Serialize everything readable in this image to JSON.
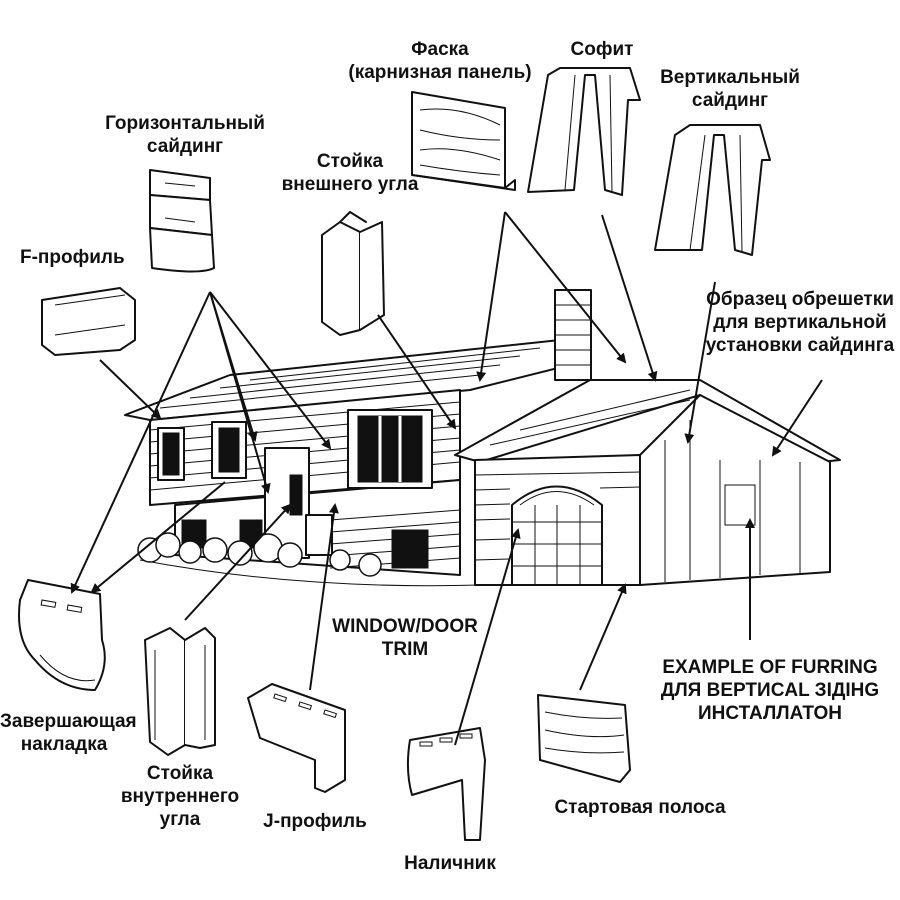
{
  "labels": {
    "faska": [
      "Фаска",
      "(карнизная панель)"
    ],
    "sofit": [
      "Софит"
    ],
    "vertical_siding": [
      "Вертикальный",
      "сайдинг"
    ],
    "horizontal_siding": [
      "Горизонтальный",
      "сайдинг"
    ],
    "outer_corner": [
      "Стойка",
      "внешнего угла"
    ],
    "f_profile": [
      "F-профиль"
    ],
    "furring_sample": [
      "Образец обрешетки",
      "для вертикальной",
      "установки сайдинга"
    ],
    "window_door_trim": [
      "WINDOW/DOOR",
      "TRIM"
    ],
    "furring_example": [
      "EXAMPLE OF FURRING",
      "ДЛЯ ВЕРТИCAL ЗIДIHG",
      "ИНСТАЛЛАТОН"
    ],
    "finishing_strip": [
      "Завершающая",
      "накладка"
    ],
    "inner_corner": [
      "Стойка",
      "внутреннего",
      "угла"
    ],
    "j_profile": [
      "J-профиль"
    ],
    "casing": [
      "Наличник"
    ],
    "starter_strip": [
      "Стартовая полоса"
    ]
  },
  "colors": {
    "ink": "#111111",
    "background": "#ffffff"
  }
}
